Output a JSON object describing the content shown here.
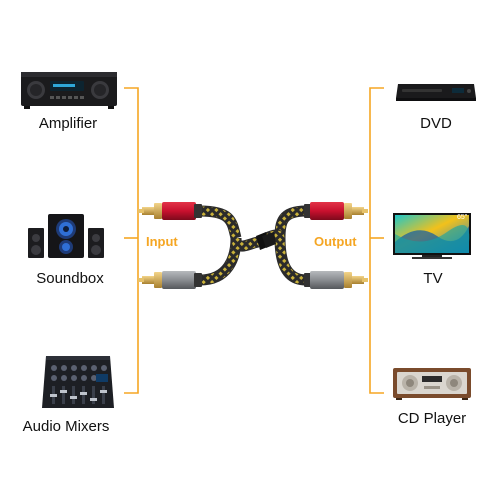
{
  "colors": {
    "accent": "#F5A623",
    "input_label": "#F5A623",
    "output_label": "#F5A623",
    "connector_red": "#C8102E",
    "connector_grey": "#8A8D91",
    "gold_tip": "#D4A84A",
    "cable_braid": "#2B2B2B",
    "cable_weave": "#C9B13A"
  },
  "sources": [
    {
      "label": "Amplifier",
      "icon": "amplifier-icon"
    },
    {
      "label": "Soundbox",
      "icon": "speaker-system-icon"
    },
    {
      "label": "Audio Mixers",
      "icon": "audio-mixer-icon"
    }
  ],
  "destinations": [
    {
      "label": "DVD",
      "icon": "dvd-player-icon"
    },
    {
      "label": "TV",
      "icon": "television-icon"
    },
    {
      "label": "CD Player",
      "icon": "cd-player-icon"
    }
  ],
  "cable": {
    "input_label": "Input",
    "output_label": "Output",
    "tv_badge": "65\""
  }
}
